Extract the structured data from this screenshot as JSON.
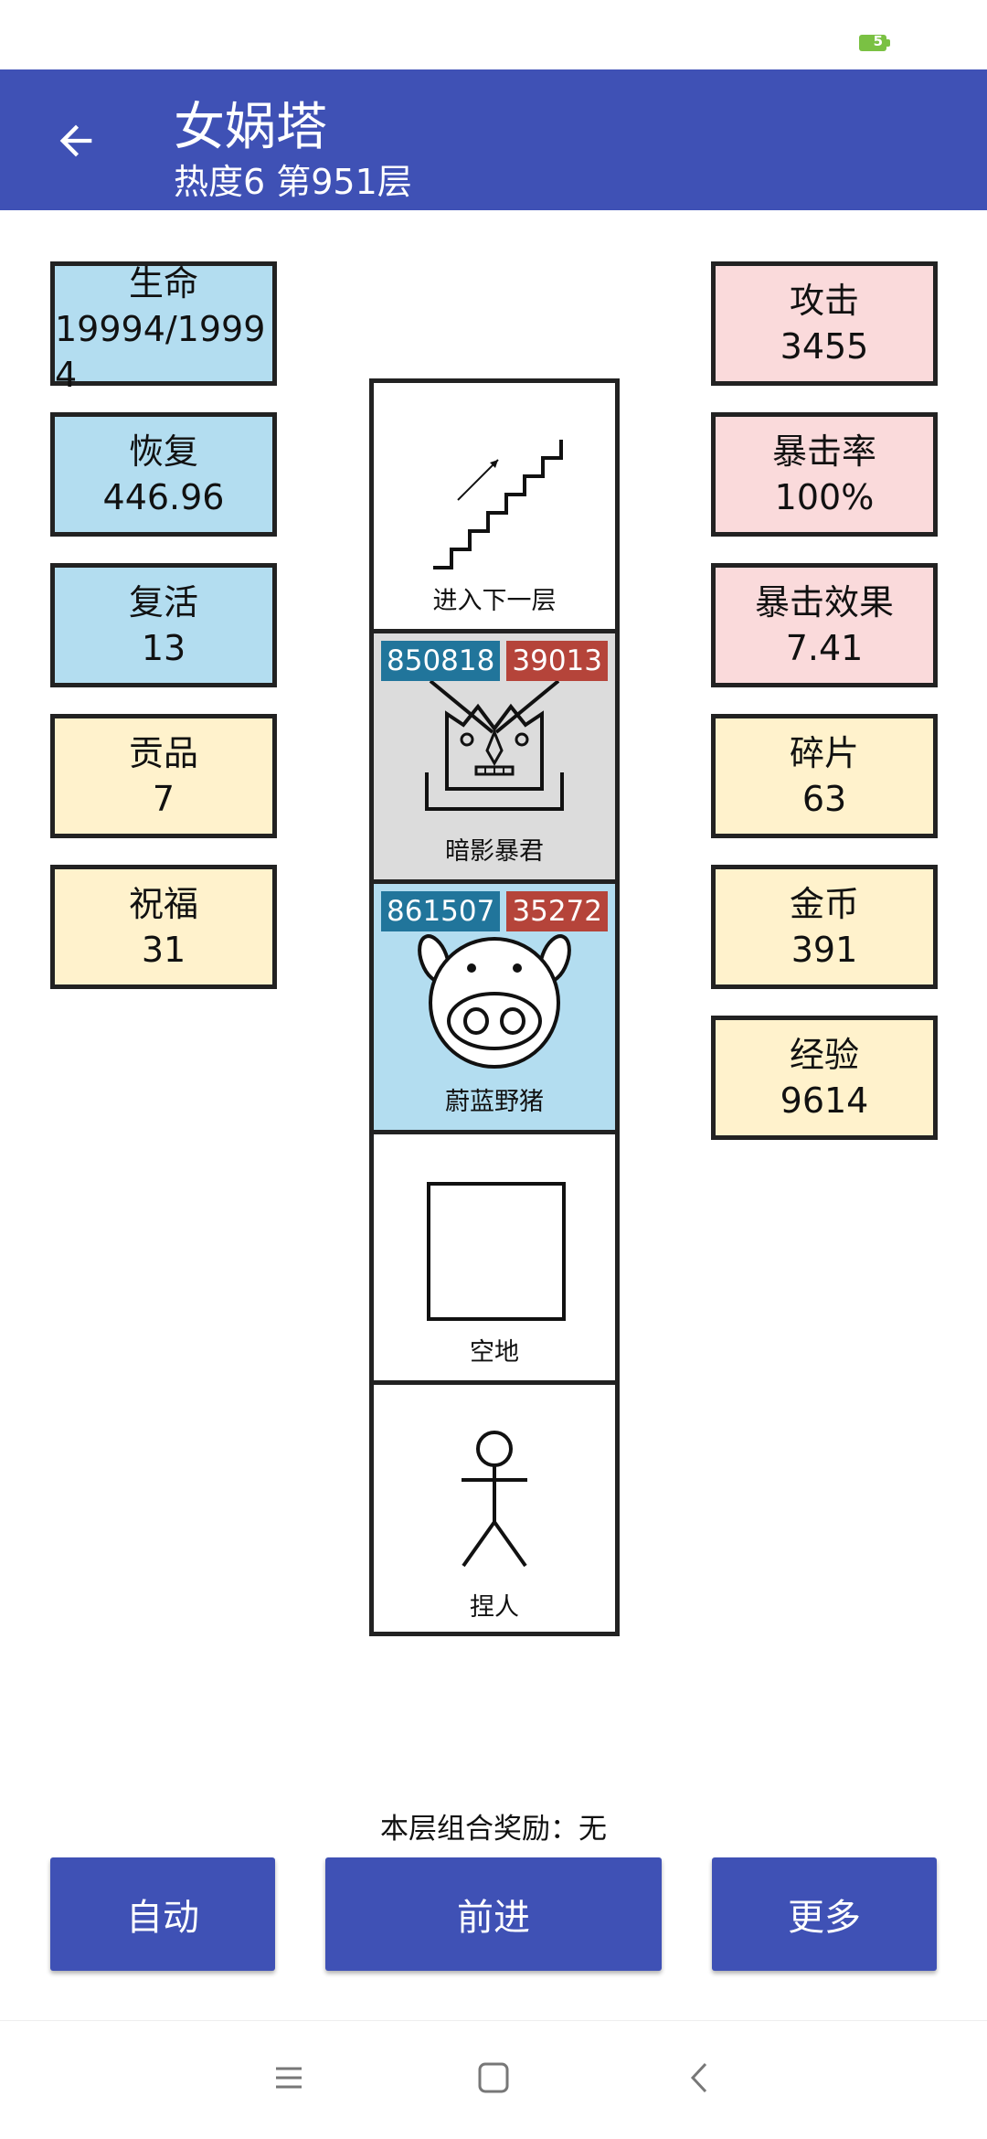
{
  "status": {
    "battery_level": "5"
  },
  "header": {
    "title": "女娲塔",
    "subtitle": "热度6 第951层"
  },
  "left_stats": [
    {
      "label": "生命",
      "value": "19994/19994"
    },
    {
      "label": "恢复",
      "value": "446.96"
    },
    {
      "label": "复活",
      "value": "13"
    },
    {
      "label": "贡品",
      "value": "7"
    },
    {
      "label": "祝福",
      "value": "31"
    }
  ],
  "right_stats": [
    {
      "label": "攻击",
      "value": "3455"
    },
    {
      "label": "暴击率",
      "value": "100%"
    },
    {
      "label": "暴击效果",
      "value": "7.41"
    },
    {
      "label": "碎片",
      "value": "63"
    },
    {
      "label": "金币",
      "value": "391"
    },
    {
      "label": "经验",
      "value": "9614"
    }
  ],
  "tower": {
    "cells": [
      {
        "label": "进入下一层",
        "icon": "stairs-icon"
      },
      {
        "label": "暗影暴君",
        "icon": "tyrant-monster-icon",
        "hp": "850818",
        "atk": "39013"
      },
      {
        "label": "蔚蓝野猪",
        "icon": "pig-monster-icon",
        "hp": "861507",
        "atk": "35272"
      },
      {
        "label": "空地",
        "icon": "empty-square-icon"
      },
      {
        "label": "捏人",
        "icon": "stick-figure-icon"
      }
    ]
  },
  "footer": {
    "reward_text": "本层组合奖励：无",
    "auto_label": "自动",
    "advance_label": "前进",
    "more_label": "更多"
  },
  "colors": {
    "primary": "#3f51b5",
    "stat_blue": "#b3ddf0",
    "stat_pink": "#fadadb",
    "stat_yellow": "#fff2cc",
    "badge_hp": "#21759b",
    "badge_atk": "#b5443a"
  }
}
